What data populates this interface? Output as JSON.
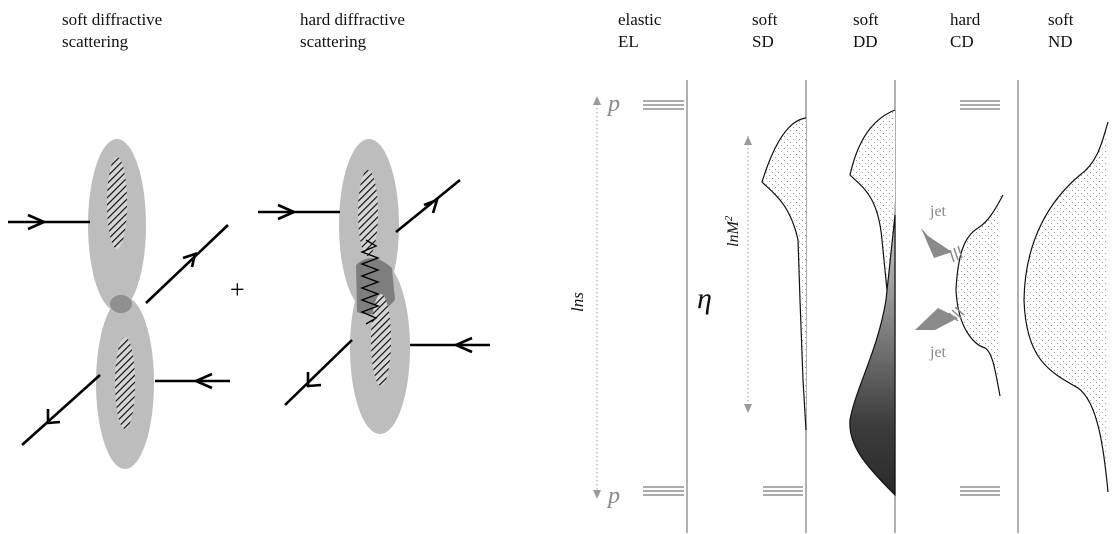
{
  "left": {
    "soft_title": [
      "soft diffractive",
      "scattering"
    ],
    "hard_title": [
      "hard diffractive",
      "scattering"
    ],
    "plus": "+"
  },
  "right": {
    "columns": [
      {
        "line1": "elastic",
        "line2": "EL"
      },
      {
        "line1": "soft",
        "line2": "SD"
      },
      {
        "line1": "soft",
        "line2": "DD"
      },
      {
        "line1": "hard",
        "line2": "CD"
      },
      {
        "line1": "soft",
        "line2": "ND"
      }
    ],
    "axis": {
      "p_top": "p",
      "p_bottom": "p",
      "lns": "lns",
      "eta": "η",
      "lnM2_base": "lnM",
      "lnM2_exp": "2"
    },
    "jet_top": "jet",
    "jet_bottom": "jet"
  },
  "colors": {
    "ellipse": "#bdbdbd",
    "overlap_soft": "#8f8f8f",
    "overlap_hard": "#7e7e7e",
    "dd_dark": "#2f2f2f",
    "axis_gray": "#9a9a9a",
    "jet_gray": "#8a8a8a"
  }
}
